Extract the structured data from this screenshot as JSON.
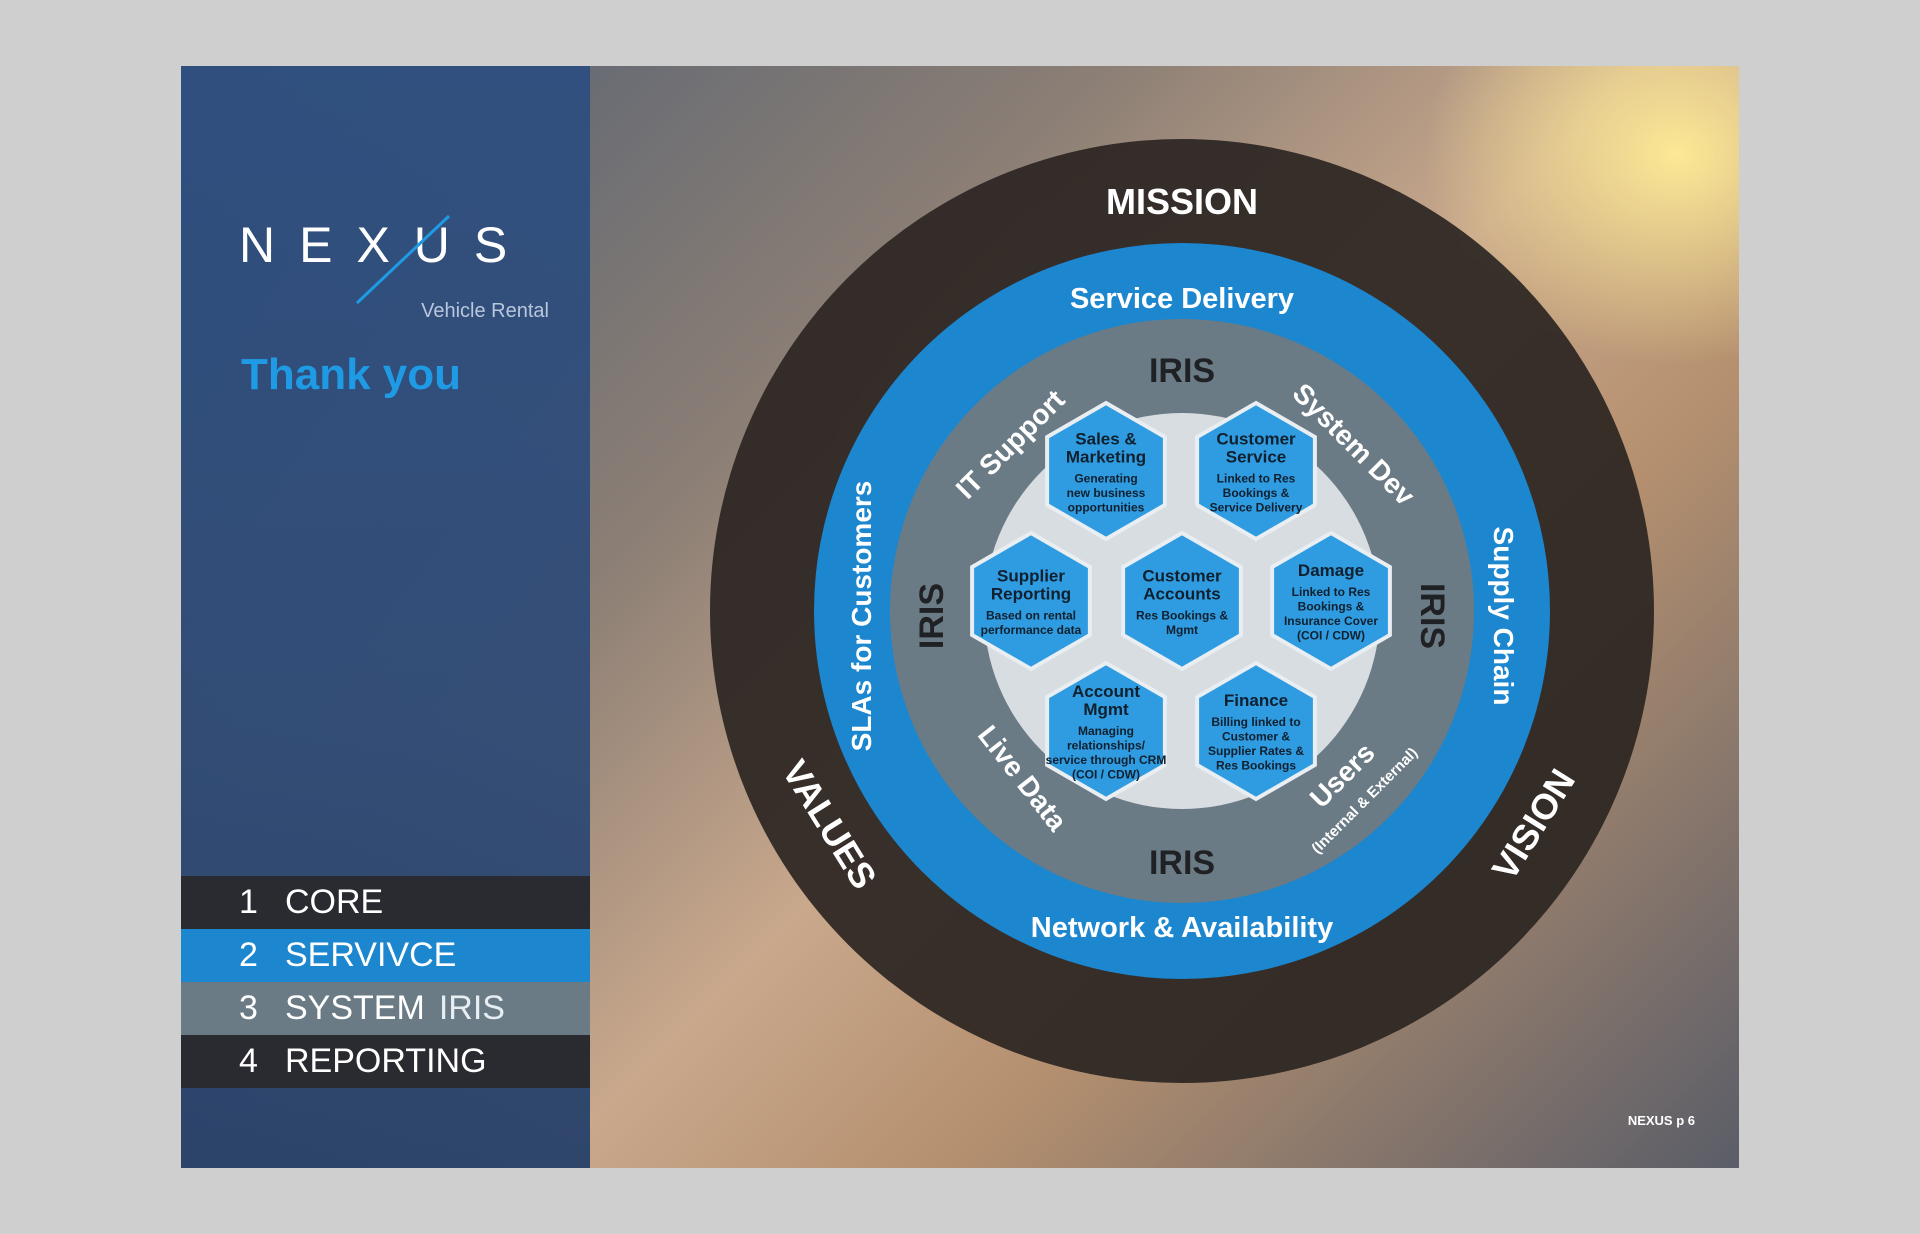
{
  "brand": {
    "name": "NEXUS",
    "tagline": "Vehicle Rental",
    "accent": "#1e9be4"
  },
  "heading": "Thank you",
  "menu": [
    {
      "num": "1",
      "label": "CORE",
      "extra": ""
    },
    {
      "num": "2",
      "label": "SERVIVCE",
      "extra": ""
    },
    {
      "num": "3",
      "label": "SYSTEM",
      "extra": "IRIS"
    },
    {
      "num": "4",
      "label": "REPORTING",
      "extra": ""
    }
  ],
  "diagram": {
    "outer_ring": {
      "top": "MISSION",
      "left": "VALUES",
      "right": "VISION"
    },
    "blue_ring": {
      "top": "Service Delivery",
      "bottom": "Network & Availability",
      "left": "SLAs for Customers",
      "right": "Supply Chain"
    },
    "grey_ring": {
      "iris_top": "IRIS",
      "iris_bottom": "IRIS",
      "iris_left": "IRIS",
      "iris_right": "IRIS",
      "upper_left": "IT Support",
      "upper_right": "System Dev",
      "lower_left": "Live Data",
      "lower_right": "Users",
      "lower_right_sub": "(Internal & External)"
    },
    "hexagons": [
      {
        "id": "sales",
        "title": [
          "Sales &",
          "Marketing"
        ],
        "body": [
          "Generating",
          "new business",
          "opportunities"
        ]
      },
      {
        "id": "customer-service",
        "title": [
          "Customer",
          "Service"
        ],
        "body": [
          "Linked to Res",
          "Bookings &",
          "Service Delivery"
        ]
      },
      {
        "id": "supplier",
        "title": [
          "Supplier",
          "Reporting"
        ],
        "body": [
          "Based on rental",
          "performance data"
        ]
      },
      {
        "id": "customer-accounts",
        "title": [
          "Customer",
          "Accounts"
        ],
        "body": [
          "Res Bookings &",
          "Mgmt"
        ]
      },
      {
        "id": "damage",
        "title": [
          "Damage"
        ],
        "body": [
          "Linked to Res",
          "Bookings &",
          "Insurance Cover",
          "(COI / CDW)"
        ]
      },
      {
        "id": "account",
        "title": [
          "Account",
          "Mgmt"
        ],
        "body": [
          "Managing",
          "relationships/",
          "service through CRM",
          "(COI / CDW)"
        ]
      },
      {
        "id": "finance",
        "title": [
          "Finance"
        ],
        "body": [
          "Billing linked to",
          "Customer &",
          "Supplier Rates &",
          "Res Bookings"
        ]
      }
    ]
  },
  "page_number": "NEXUS p 6",
  "colors": {
    "panel": "#2d4e80",
    "ring_dark": "#2b2522",
    "ring_blue": "#1c86cf",
    "ring_grey": "#6b7b85",
    "hex_fill": "#2f9be0",
    "center": "#d8dde2"
  }
}
